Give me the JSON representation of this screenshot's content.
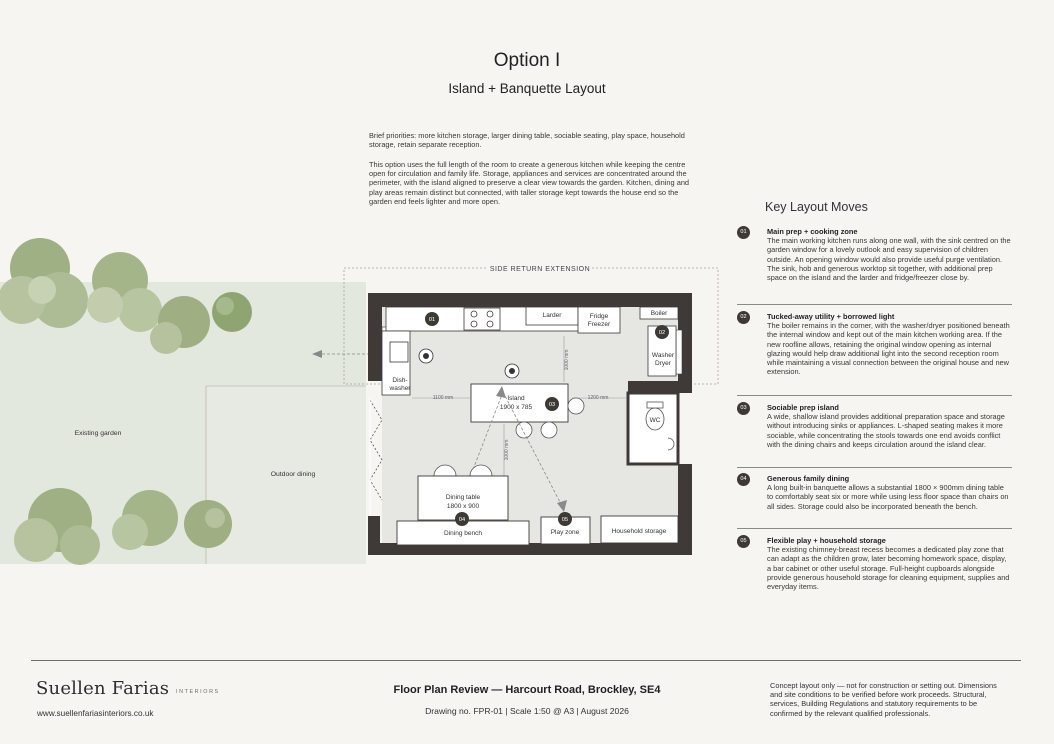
{
  "header": {
    "title": "Option I",
    "subtitle": "Island + Banquette Layout"
  },
  "brief": {
    "priorities": "Brief priorities: more kitchen storage, larger dining table, sociable seating, play space, household storage, retain separate reception.",
    "description": "This option uses the full length of the room to create a generous kitchen while keeping the centre open for circulation and family life. Storage, appliances and services are concentrated around the perimeter, with the island aligned to preserve a clear view towards the garden. Kitchen, dining and play areas remain distinct but connected, with taller storage kept towards the house end so the garden end feels lighter and more open."
  },
  "plan": {
    "side_return": "SIDE RETURN EXTENSION",
    "existing_garden": "Existing garden",
    "outdoor_dining": "Outdoor dining",
    "larder": "Larder",
    "fridge": "Fridge",
    "freezer": "Freezer",
    "boiler": "Boiler",
    "washer": "Washer",
    "dryer": "Dryer",
    "dish": "Dish-",
    "washer2": "washer",
    "island": "Island",
    "island_size": "1900 x 785",
    "wc": "WC",
    "dining_table": "Dining table",
    "dining_size": "1800 x 900",
    "dining_bench": "Dining bench",
    "play_zone": "Play zone",
    "household_storage": "Household storage",
    "dim_1100": "1100 mm",
    "dim_1200": "1200 mm",
    "dim_1000a": "1000 mm",
    "dim_1000b": "1000 mm",
    "markers": [
      "01",
      "02",
      "03",
      "04",
      "05"
    ]
  },
  "moves": {
    "heading": "Key Layout Moves",
    "items": [
      {
        "num": "01",
        "title": "Main prep + cooking zone",
        "text": "The main working kitchen runs along one wall, with the sink centred on the garden window for a lovely outlook and easy supervision of children outside. An opening window would also provide useful purge ventilation. The sink, hob and generous worktop sit together, with additional prep space on the island and the larder and fridge/freezer close by."
      },
      {
        "num": "02",
        "title": "Tucked-away utility + borrowed light",
        "text": "The boiler remains in the corner, with the washer/dryer positioned beneath the internal window and kept out of the main kitchen working area. If the new roofline allows, retaining the original window opening as internal glazing would help draw additional light into the second reception room while maintaining a visual connection between the original house and new extension."
      },
      {
        "num": "03",
        "title": "Sociable prep island",
        "text": "A wide, shallow island provides additional preparation space and storage without introducing sinks or appliances. L-shaped seating makes it more sociable, while concentrating the stools towards one end avoids conflict with the dining chairs and keeps circulation around the island clear."
      },
      {
        "num": "04",
        "title": "Generous family dining",
        "text": "A long built-in banquette allows a substantial 1800 × 900mm dining table to comfortably seat six or more while using less floor space than chairs on all sides. Storage could also be incorporated beneath the bench."
      },
      {
        "num": "05",
        "title": "Flexible play + household storage",
        "text": "The existing chimney-breast recess becomes a dedicated play zone that can adapt as the children grow, later becoming homework space, display, a bar cabinet or other useful storage. Full-height cupboards alongside provide generous household storage for cleaning equipment, supplies and everyday items."
      }
    ]
  },
  "footer": {
    "logo": "Suellen Farias",
    "logo_sub": "INTERIORS",
    "website": "www.suellenfariasinteriors.co.uk",
    "project": "Floor Plan Review — Harcourt Road, Brockley, SE4",
    "drawing": "Drawing no. FPR-01 | Scale 1:50 @ A3 | August 2026",
    "disclaimer": "Concept layout only — not for construction or setting out. Dimensions and site conditions to be verified before work proceeds. Structural, services, Building Regulations and statutory requirements to be confirmed by the relevant qualified professionals."
  },
  "colors": {
    "background": "#f7f5f2",
    "garden": "#e3e8df",
    "wall": "#3f3a37",
    "floor": "#e6e6e2",
    "marker": "#3d3a36"
  }
}
